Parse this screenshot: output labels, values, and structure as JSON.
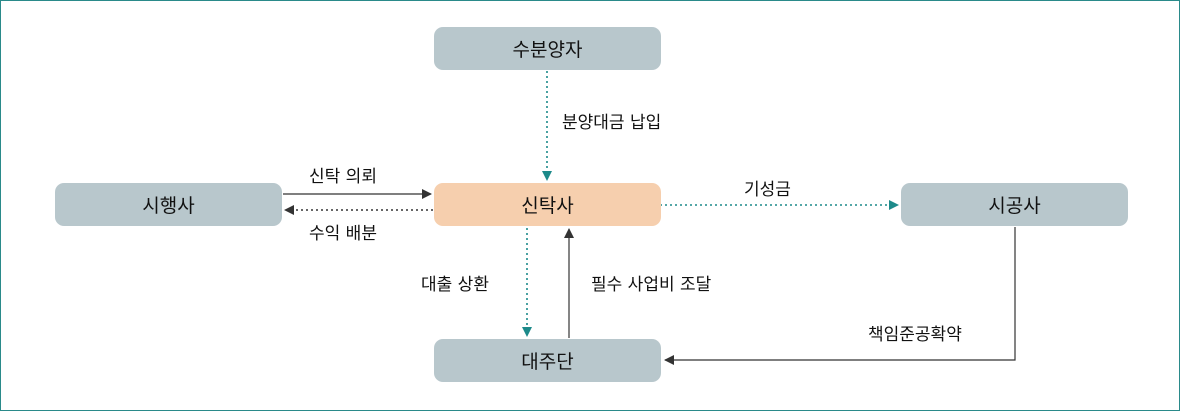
{
  "nodes": {
    "buyer": "수분양자",
    "developer": "시행사",
    "trustee": "신탁사",
    "contractor": "시공사",
    "lender": "대주단"
  },
  "edges": {
    "sale_payment": "분양대금 납입",
    "trust_request": "신탁 의뢰",
    "profit_distribution": "수익 배분",
    "progress_payment": "기성금",
    "loan_repayment": "대출 상환",
    "project_funding": "필수 사업비 조달",
    "completion_guarantee": "책임준공확약"
  },
  "colors": {
    "node_gray": "#b8c7cc",
    "node_trustee": "#f6cfae",
    "dotted_arrow": "#1d8a8a",
    "solid_arrow": "#333333",
    "border": "#2a8a8a"
  }
}
